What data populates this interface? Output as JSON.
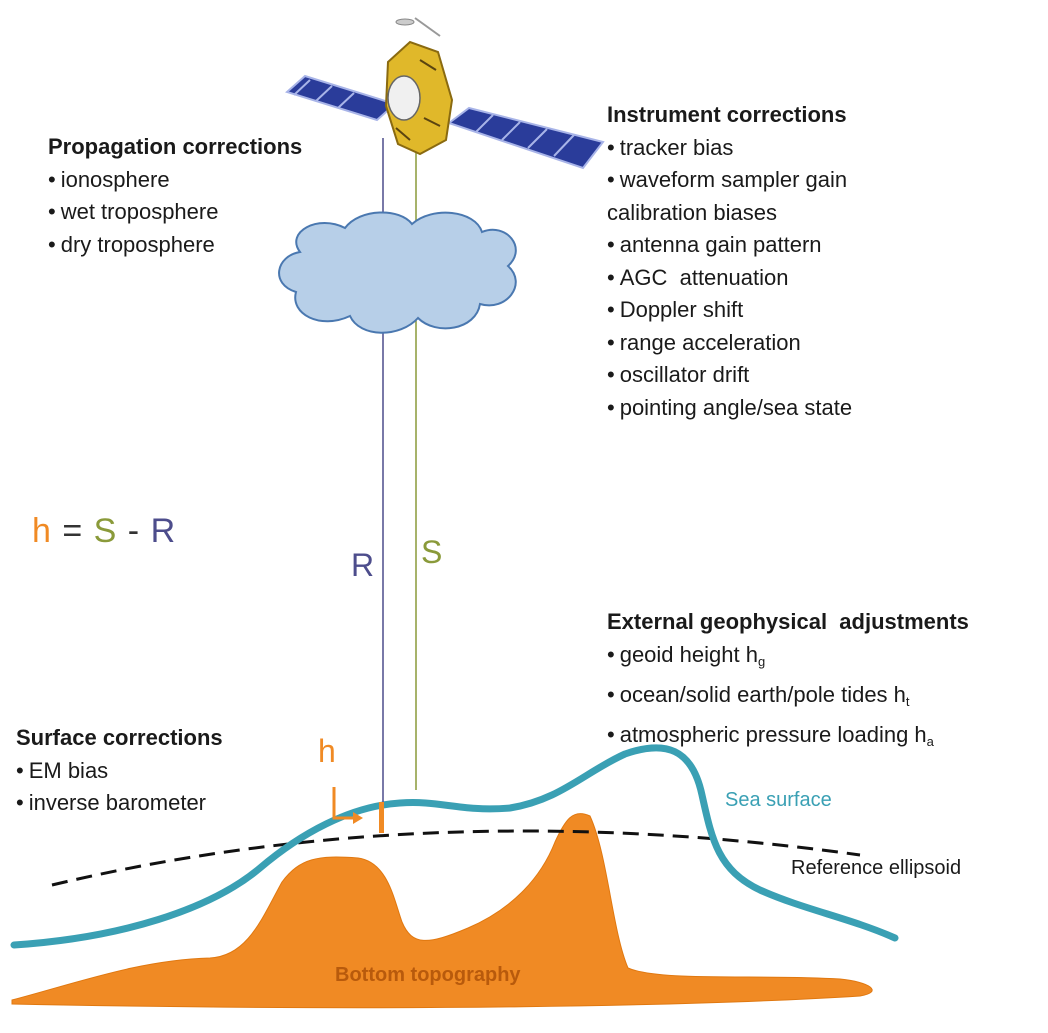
{
  "colors": {
    "orange": "#f08a24",
    "green": "#8a9a3a",
    "purple": "#4d4d8c",
    "sea": "#3aa0b4",
    "cloud_fill": "#b7cfe8",
    "cloud_stroke": "#4a78b0",
    "panel": "#2a3c9a"
  },
  "propagation": {
    "title": "Propagation corrections",
    "items": [
      "ionosphere",
      "wet troposphere",
      "dry troposphere"
    ]
  },
  "instrument": {
    "title": "Instrument corrections",
    "items": [
      "tracker bias",
      "waveform sampler gain",
      "calibration biases",
      "antenna gain pattern",
      "AGC  attenuation",
      "Doppler shift",
      "range acceleration",
      "oscillator drift",
      "pointing angle/sea state"
    ]
  },
  "equation": {
    "h": "h",
    "eq": " = ",
    "s": "S",
    "minus": " - ",
    "r": "R"
  },
  "labels": {
    "r": "R",
    "s": "S",
    "h": "h"
  },
  "external": {
    "title": "External geophysical  adjustments",
    "items": [
      {
        "text": "geoid height h",
        "sub": "g"
      },
      {
        "text": "ocean/solid earth/pole tides h",
        "sub": "t"
      },
      {
        "text": "atmospheric pressure loading h",
        "sub": "a"
      }
    ]
  },
  "surface": {
    "title": "Surface corrections",
    "items": [
      "EM bias",
      "inverse barometer"
    ]
  },
  "sea_surface": "Sea surface",
  "reference_ellipsoid": "Reference ellipsoid",
  "bottom_topography": "Bottom topography"
}
